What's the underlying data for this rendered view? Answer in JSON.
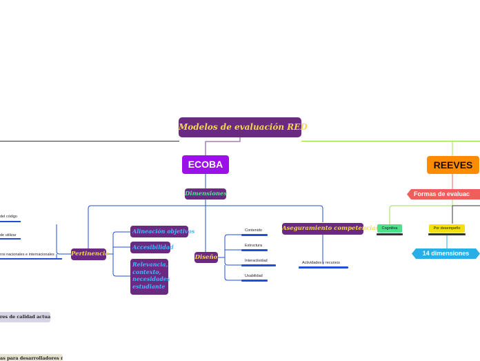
{
  "root": {
    "label": "Modelos de evaluación RED"
  },
  "ecoba": {
    "label": "ECOBA",
    "dimensiones": "Dimensiones",
    "pertinencia": {
      "label": "Pertinencia",
      "children": [
        "Alineación objetivos",
        "Accesibilidad",
        "Relevancia, contexto, necesidades estudiante"
      ]
    },
    "diseno": {
      "label": "Diseño",
      "children": [
        "Contenido",
        "Estructura",
        "Interactividad",
        "Usabilidad"
      ]
    },
    "aseguramiento": {
      "label": "Aseguramiento competencias",
      "children": [
        "Actividades y recursos"
      ]
    },
    "left_items": [
      "del código",
      "de utilizar",
      "ros nacionales e internacionales"
    ]
  },
  "reeves": {
    "label": "REEVES",
    "formas": "Formas de evaluac",
    "cognitiva": "Cognitiva",
    "por_desempeno": "Por desempeño",
    "dimensiones14": "14 dimensiones"
  },
  "bottom_left": {
    "calidad": "res de calidad actuales",
    "cut_text": "as para desarrolladores no"
  },
  "colors": {
    "root_bg": "#6a2a82",
    "ecoba_bg": "#9b12e8",
    "reeves_bg": "#ff8c00",
    "formas_bg": "#ee5f5b",
    "dims14_bg": "#29aee6",
    "cognitiva_bg": "#4fe08a",
    "desempeno_bg": "#f2e012",
    "line_blue": "#1f4fd6",
    "line_green": "#9be04c"
  }
}
